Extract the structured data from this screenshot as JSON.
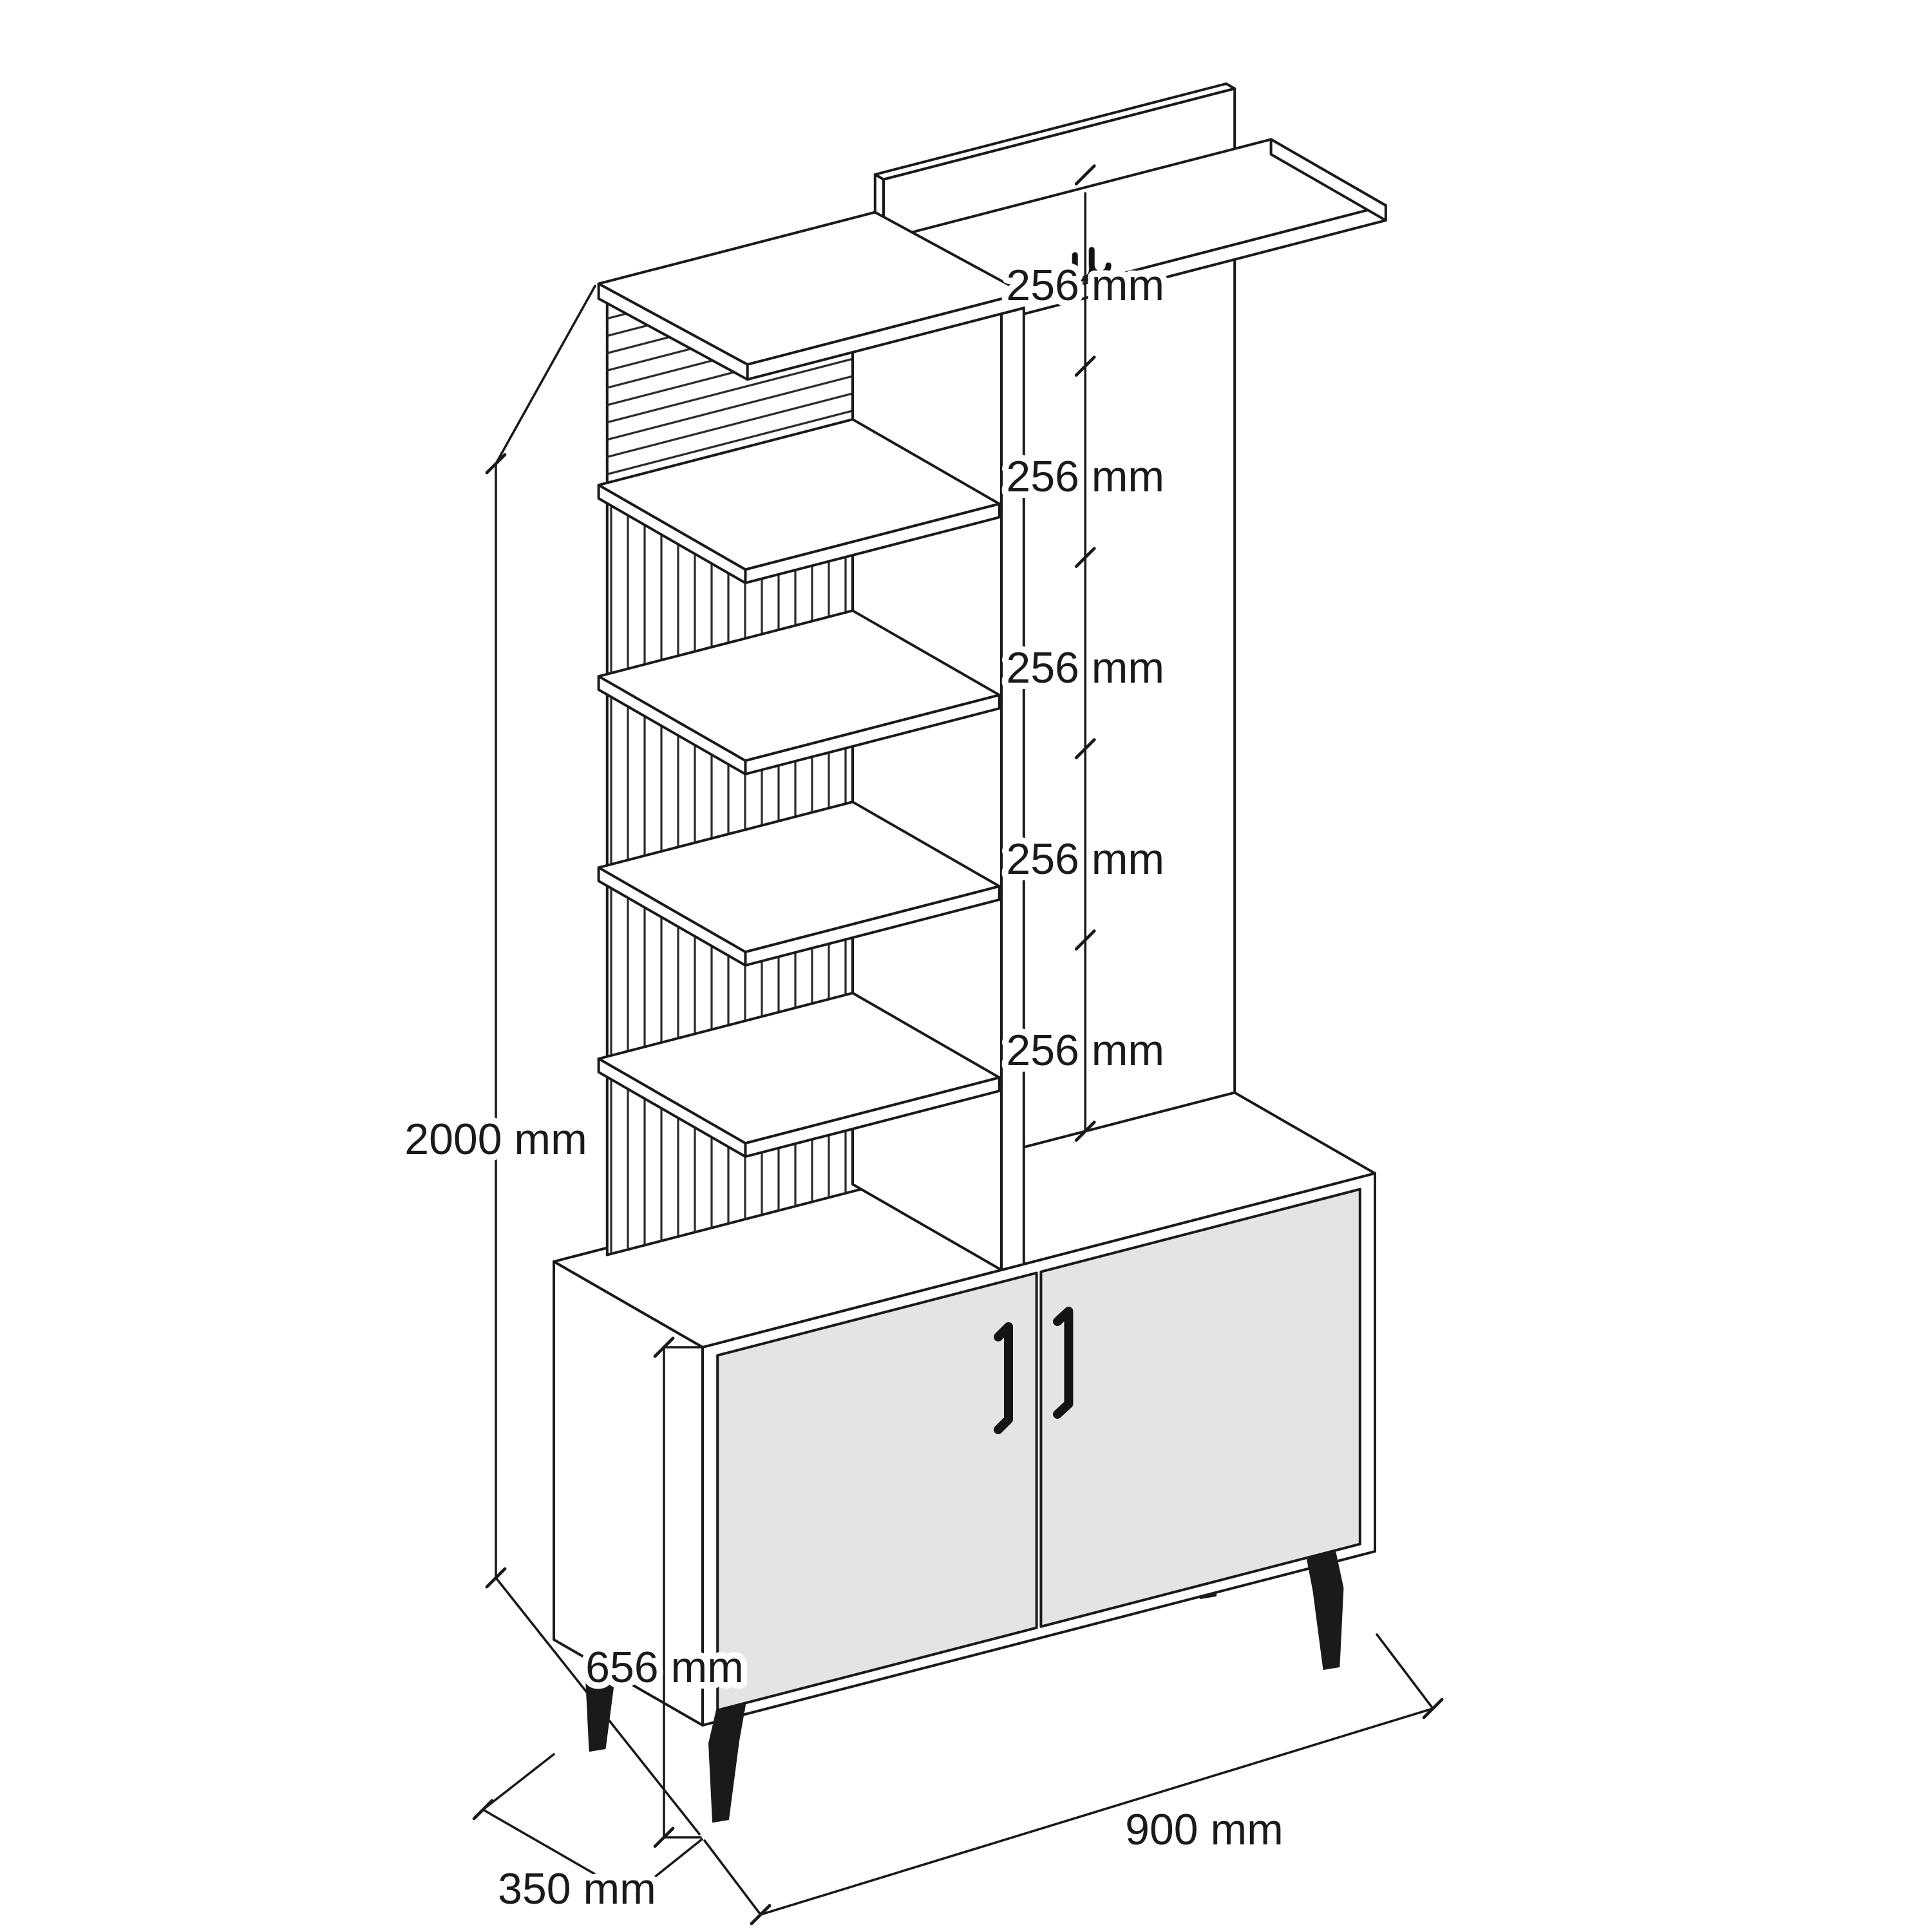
{
  "diagram": {
    "kind": "furniture-dimension-drawing",
    "subject": "hallway unit: slatted open shelf column, coat-hook back panel with top shelf, two-door base cabinet on metal legs",
    "dims": {
      "total_height": "2000 mm",
      "gaps": [
        "256 mm",
        "256 mm",
        "256 mm",
        "256 mm",
        "256 mm"
      ],
      "cabinet_height": "656 mm",
      "depth": "350 mm",
      "width": "900 mm"
    },
    "colors": {
      "line": "#1a1a1a",
      "door_fill": "#e4e4e4",
      "legs_and_hardware": "#1a1a1a",
      "background": "#ffffff"
    }
  }
}
